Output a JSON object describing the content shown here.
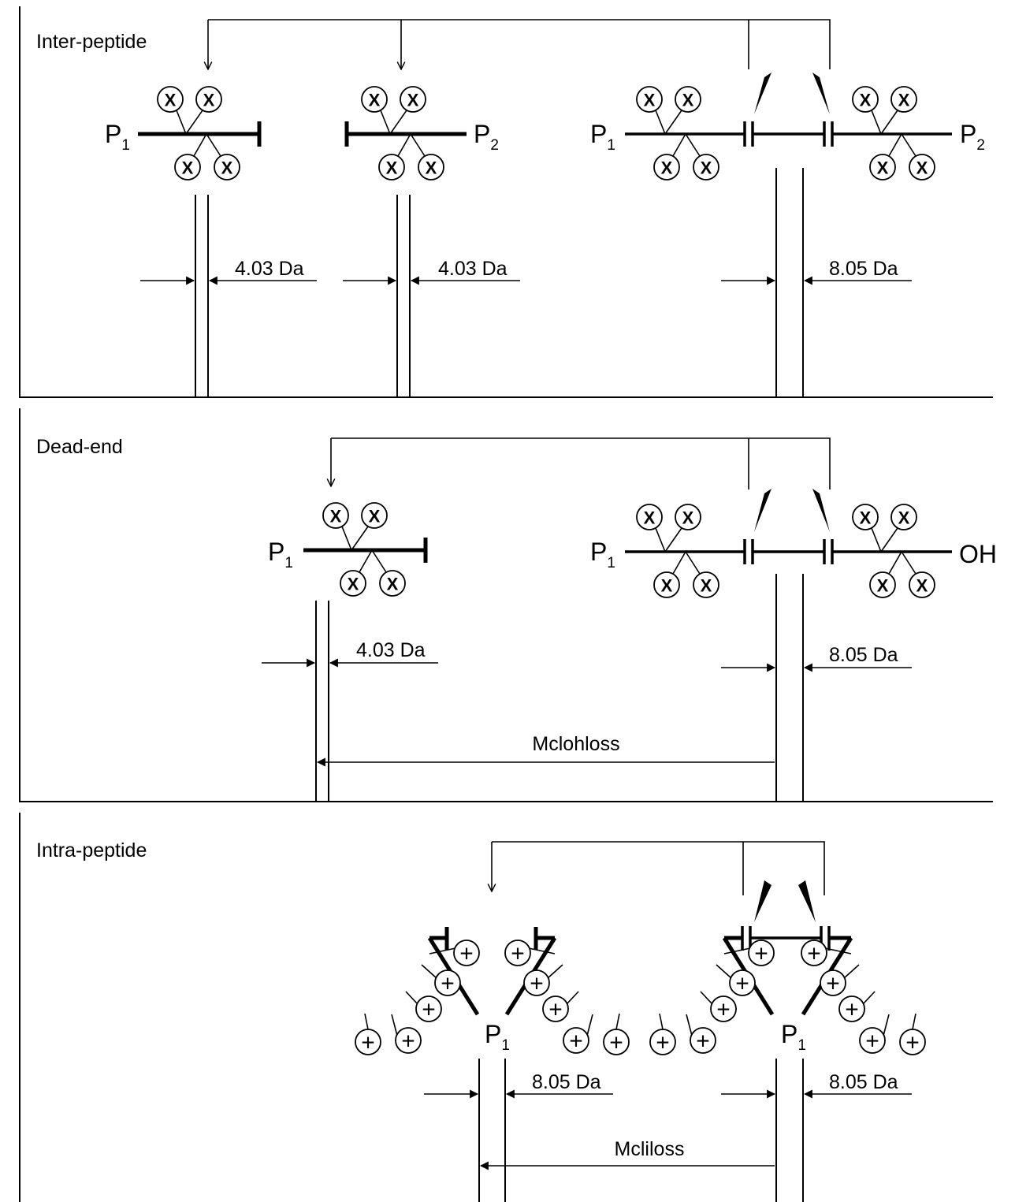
{
  "sections": {
    "inter": {
      "title": "Inter-peptide",
      "mass_shift_1": "4.03 Da",
      "mass_shift_2": "4.03 Da",
      "mass_shift_3": "8.05 Da"
    },
    "deadend": {
      "title": "Dead-end",
      "mass_shift_1": "4.03 Da",
      "mass_shift_2": "8.05 Da",
      "loss_label": "Mclohloss"
    },
    "intra": {
      "title": "Intra-peptide",
      "mass_shift_1": "8.05 Da",
      "mass_shift_2": "8.05 Da",
      "loss_label": "Mcliloss"
    }
  },
  "labels": {
    "peptide_1": "P",
    "peptide_1_sub": "1",
    "peptide_2": "P",
    "peptide_2_sub": "2",
    "oh_terminus": "OH",
    "label_x": "X",
    "label_plus": "+"
  }
}
